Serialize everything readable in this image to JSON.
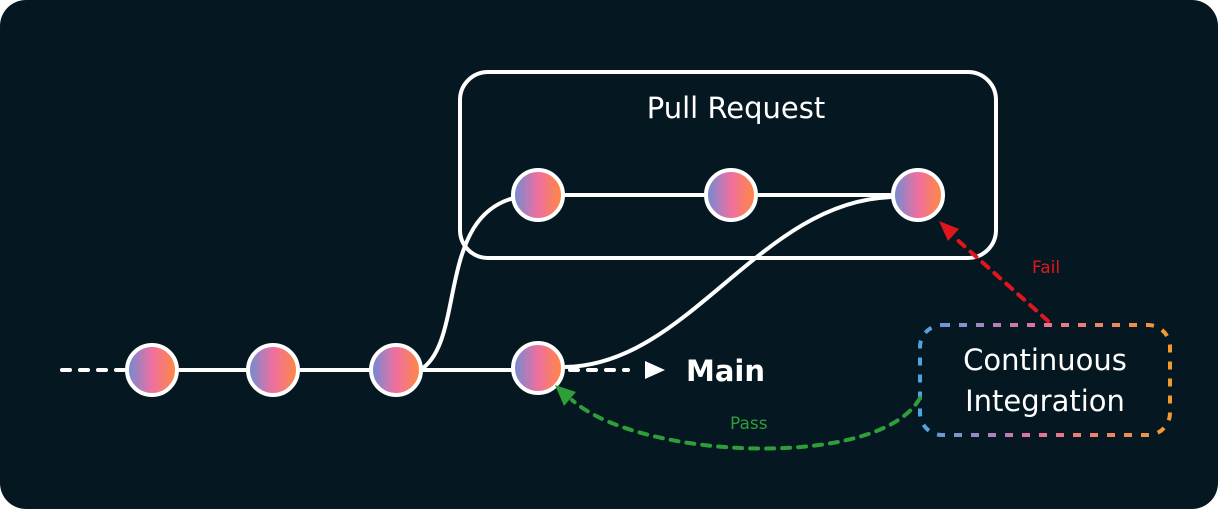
{
  "labels": {
    "pull_request": "Pull Request",
    "main": "Main",
    "ci_line1": "Continuous",
    "ci_line2": "Integration",
    "fail": "Fail",
    "pass": "Pass"
  },
  "colors": {
    "background": "#051821",
    "line": "#ffffff",
    "fail": "#e0161e",
    "pass": "#2e9d3a",
    "commit_gradient": [
      "#6b8dd6",
      "#ef6fa0",
      "#ff8a3d"
    ]
  },
  "commits": {
    "main": [
      "commit-1",
      "commit-2",
      "commit-3",
      "commit-4"
    ],
    "pull_request": [
      "pr-commit-1",
      "pr-commit-2",
      "pr-commit-3"
    ]
  }
}
